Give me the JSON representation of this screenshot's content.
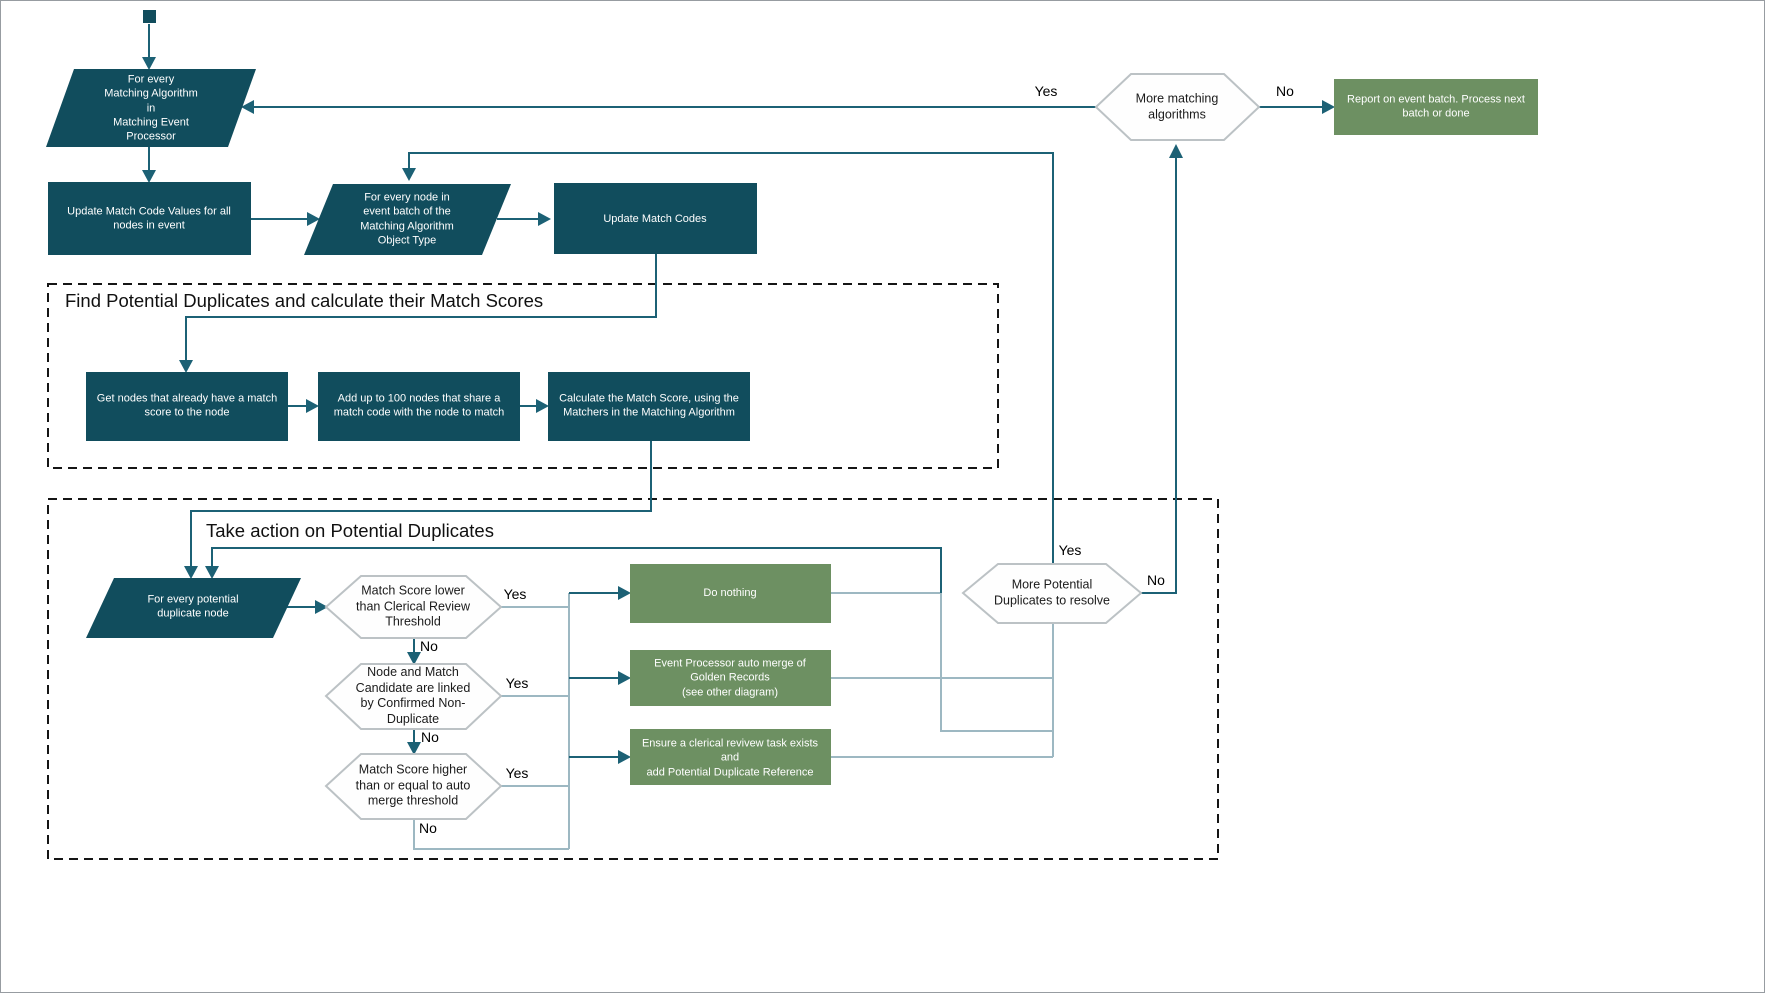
{
  "colors": {
    "teal": "#114d5d",
    "green": "#6d9062",
    "line": "#1c6175",
    "lineLight": "#9db8c2",
    "hexBorder": "#bcc2c5"
  },
  "sections": {
    "find": "Find Potential Duplicates and calculate their Match Scores",
    "act": "Take action on Potential Duplicates"
  },
  "nodes": {
    "for_every_matching_algorithm": "For every\nMatching Algorithm\nin\nMatching Event\nProcessor",
    "update_match_code_values": "Update Match Code Values for all\nnodes in event",
    "for_every_node_in_event_batch": "For every node in\nevent batch of the\nMatching Algorithm\nObject Type",
    "update_match_codes": "Update Match Codes",
    "get_nodes_with_match_score": "Get nodes that already have a match\nscore to the node",
    "add_up_to_100_nodes": "Add up to 100 nodes that share a\nmatch code with the node to match",
    "calculate_match_score": "Calculate the Match Score, using the\nMatchers in the Matching Algorithm",
    "for_every_potential_duplicate": "For every potential\nduplicate node",
    "match_score_lower": "Match Score lower\nthan Clerical Review\nThreshold",
    "linked_confirmed_non_duplicate": "Node and Match\nCandidate are linked\nby Confirmed Non-\nDuplicate",
    "match_score_higher": "Match Score higher\nthan or equal to auto\nmerge threshold",
    "do_nothing": "Do nothing",
    "auto_merge": "Event Processor auto merge of\nGolden Records\n(see other diagram)",
    "ensure_clerical_review": "Ensure a clerical revivew task exists\nand\nadd Potential Duplicate Reference",
    "more_potential_duplicates": "More Potential\nDuplicates to resolve",
    "more_matching_algorithms": "More matching\nalgorithms",
    "report_on_event_batch": "Report on event batch. Process next\nbatch or done"
  },
  "edge_labels": {
    "more_matching_yes": "Yes",
    "more_matching_no": "No",
    "score_lower_yes": "Yes",
    "score_lower_no": "No",
    "linked_yes": "Yes",
    "linked_no": "No",
    "score_higher_yes": "Yes",
    "score_higher_no": "No",
    "more_duplicates_yes": "Yes",
    "more_duplicates_no": "No"
  }
}
